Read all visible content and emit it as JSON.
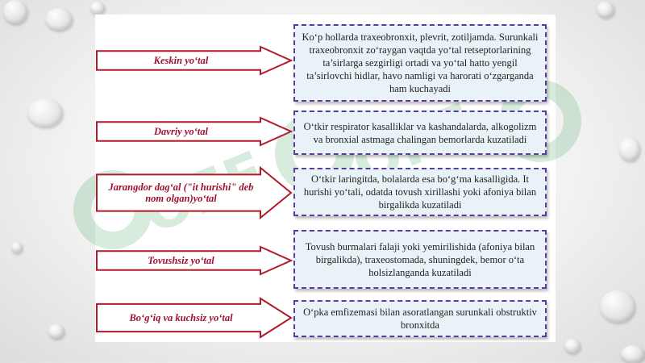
{
  "colors": {
    "arrow_fill": "#ffffff",
    "arrow_border": "#b01a2a",
    "label_text": "#a01030",
    "box_border": "#5a3a9a",
    "box_fill": "#e9f3f7"
  },
  "rows": [
    {
      "label": "Keskin yo‘tal",
      "description": "Ko‘p hollarda traxeobronxit, plevrit, zotiljamda. Surunkali traxeobronxit zo‘raygan vaqtda yo‘tal retseptorlarining ta’sirlarga sezgirligi ortadi va yo‘tal hatto yengil ta’sirlovchi hidlar, havo namligi va harorati o‘zgarganda ham kuchayadi"
    },
    {
      "label": "Davriy yo‘tal",
      "description": "O‘tkir respirator kasalliklar va kashandalarda, alkogolizm va bronxial astmaga chalingan bemorlarda kuzatiladi"
    },
    {
      "label": "Jarangdor dag‘al (\"it hurishi\" deb nom olgan)yo‘tal",
      "description": "O‘tkir laringitda, bolalarda esa bo‘g‘ma kasalligida. It hurishi yo‘tali, odatda tovush xirillashi yoki afoniya bilan birgalikda kuzatiladi"
    },
    {
      "label": "Tovushsiz yo‘tal",
      "description": "Tovush burmalari falaji yoki yemirilishida (afoniya bilan birgalikda), traxeostomada, shuningdek, bemor o‘ta holsizlanganda kuzatiladi"
    },
    {
      "label": "Bo‘g‘iq va kuchsiz yo‘tal",
      "description": "O‘pka emfizemasi bilan asoratlangan surunkali obstruktiv bronxitda"
    }
  ]
}
